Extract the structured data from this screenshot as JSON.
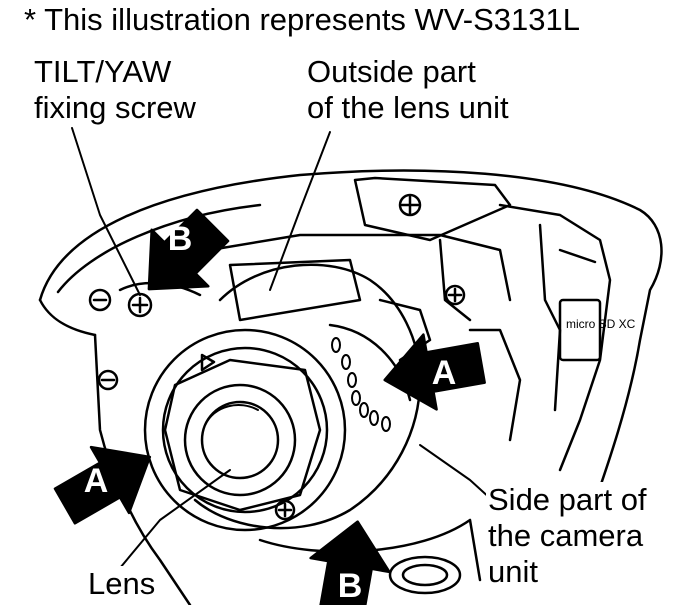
{
  "note": "* This illustration represents WV-S3131L",
  "labels": {
    "tilt_screw": [
      "TILT/YAW",
      "fixing screw"
    ],
    "outside_part": [
      "Outside part",
      "of the lens unit"
    ],
    "side_part": [
      "Side part of",
      "the camera",
      "unit"
    ],
    "lens": "Lens"
  },
  "arrows": [
    {
      "letter": "B",
      "target": "outside part of the lens unit"
    },
    {
      "letter": "A",
      "target": "side part of the camera unit"
    },
    {
      "letter": "A",
      "target": "side part of the camera unit"
    },
    {
      "letter": "B",
      "target": "outside part of the lens unit"
    }
  ],
  "slot_marking": "micro SD XC",
  "colors": {
    "ink": "#000000",
    "paper": "#ffffff"
  }
}
